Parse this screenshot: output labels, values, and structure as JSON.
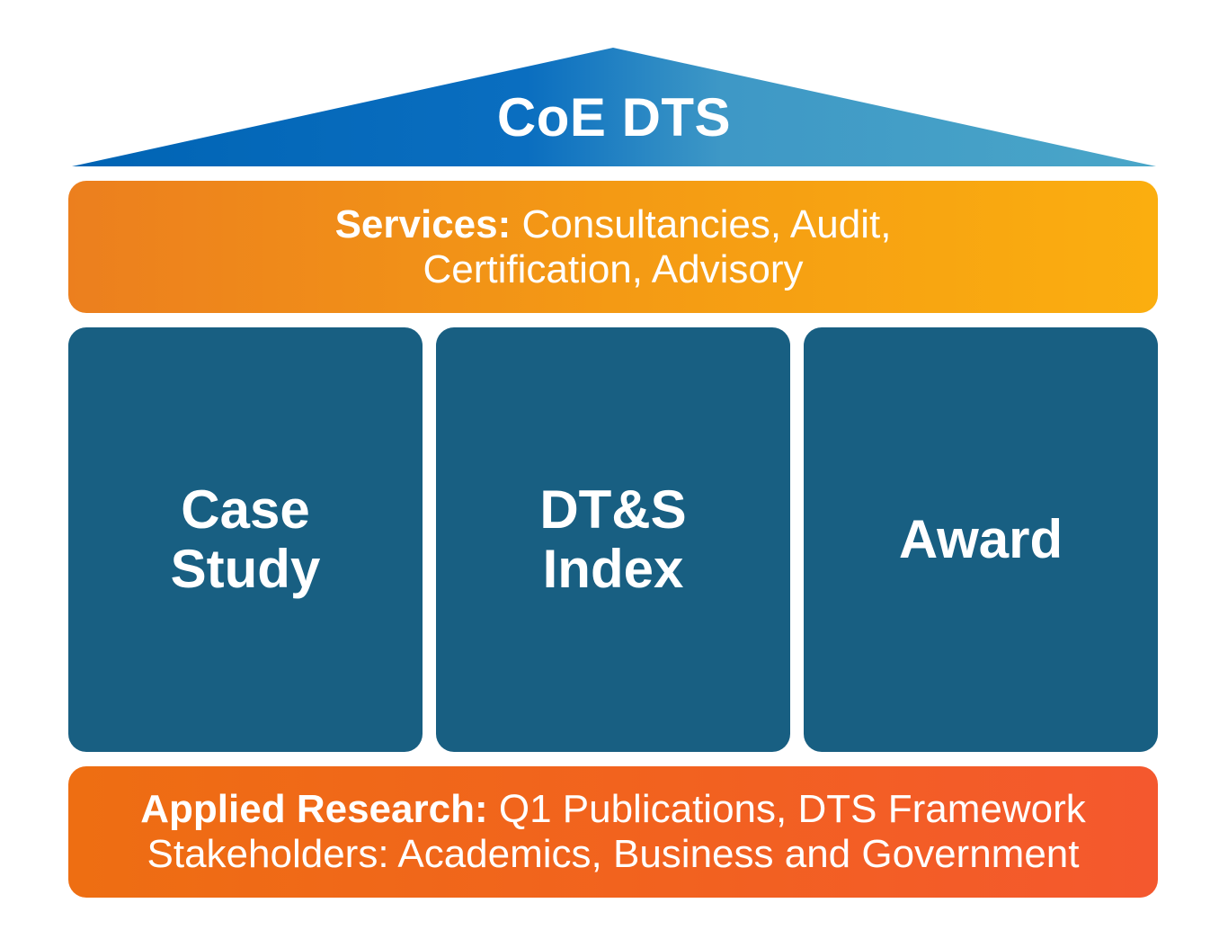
{
  "roof": {
    "title": "CoE DTS",
    "colors": {
      "left": "#0064b4",
      "center": "#0a6ec0",
      "right": "#4aa6c8"
    }
  },
  "services": {
    "label": "Services:",
    "line1_rest": " Consultancies, Audit,",
    "line2": "Certification, Advisory"
  },
  "pillars": [
    {
      "line1": "Case",
      "line2": "Study"
    },
    {
      "line1": "DT&S",
      "line2": "Index"
    },
    {
      "line1": "Award",
      "line2": ""
    }
  ],
  "research": {
    "label": "Applied Research:",
    "line1_rest": " Q1 Publications, DTS Framework",
    "line2": "Stakeholders: Academics, Business and Government"
  },
  "colors": {
    "pillar": "#185f82",
    "services_band_start": "#ec7f1e",
    "services_band_end": "#fbae0f",
    "research_band_start": "#ee6e12",
    "research_band_end": "#f4582e"
  }
}
